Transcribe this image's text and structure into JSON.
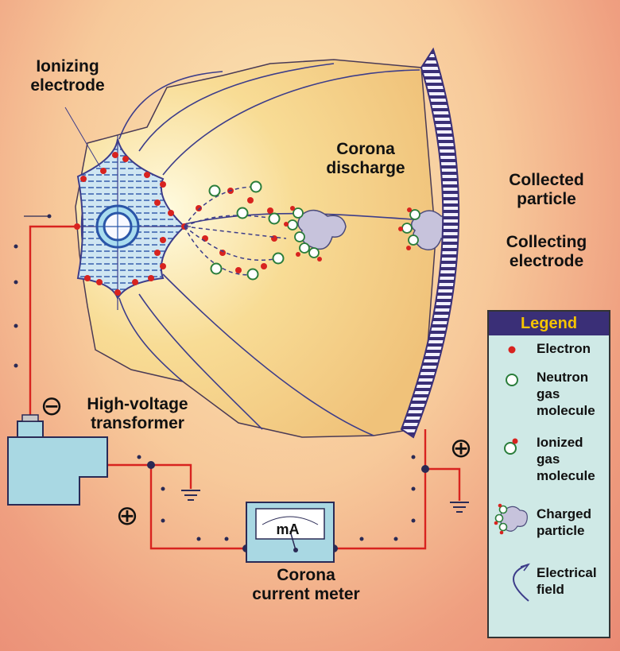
{
  "labels": {
    "ionizing_electrode": [
      "Ionizing",
      "electrode"
    ],
    "corona_discharge": [
      "Corona",
      "discharge"
    ],
    "collected_particle": [
      "Collected",
      "particle"
    ],
    "collecting_electrode": [
      "Collecting",
      "electrode"
    ],
    "transformer": [
      "High-voltage",
      "transformer"
    ],
    "current_meter": [
      "Corona",
      "current meter"
    ]
  },
  "meter": {
    "unit": "mA"
  },
  "polarity": {
    "negative": "⊖",
    "positive": "⊕"
  },
  "legend": {
    "title": "Legend",
    "items": [
      {
        "icon": "electron-icon",
        "text": [
          "Electron"
        ]
      },
      {
        "icon": "neutral-molecule-icon",
        "text": [
          "Neutron",
          "gas",
          "molecule"
        ]
      },
      {
        "icon": "ionized-molecule-icon",
        "text": [
          "Ionized",
          "gas",
          "molecule"
        ]
      },
      {
        "icon": "charged-particle-icon",
        "text": [
          "Charged",
          "particle"
        ]
      },
      {
        "icon": "field-line-icon",
        "text": [
          "Electrical",
          "field"
        ]
      }
    ]
  },
  "colors": {
    "background": "#f3b68f",
    "region": "#f5d38c",
    "wire": "#d8231f",
    "electron": "#d8231f",
    "collector": "#3a2f77",
    "legend_bg": "#cfe9e6",
    "legend_title_bg": "#3a2f77",
    "legend_title_text": "#f5c400",
    "transformer": "#a9d8e3"
  }
}
